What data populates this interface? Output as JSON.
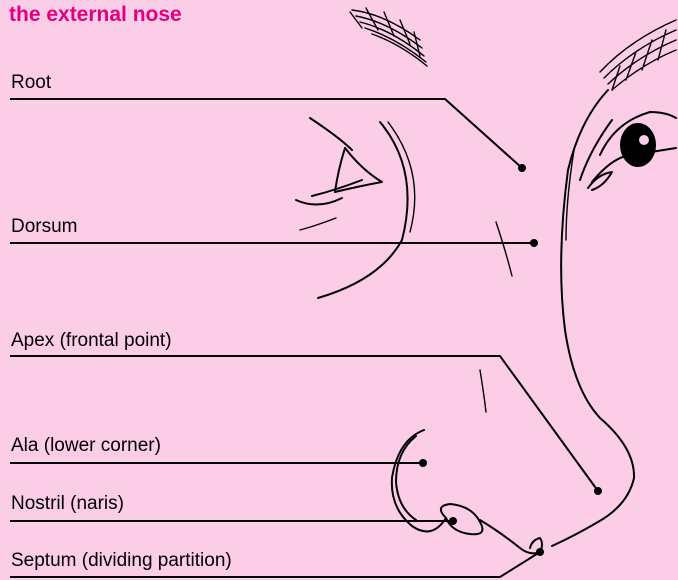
{
  "title": "the external nose",
  "labels": {
    "root": "Root",
    "dorsum": "Dorsum",
    "apex": "Apex (frontal point)",
    "ala": "Ala (lower corner)",
    "nostril": "Nostril (naris)",
    "septum": "Septum (dividing partition)"
  },
  "colors": {
    "background": "#fbcde6",
    "title": "#e4007c",
    "line": "#000000"
  }
}
